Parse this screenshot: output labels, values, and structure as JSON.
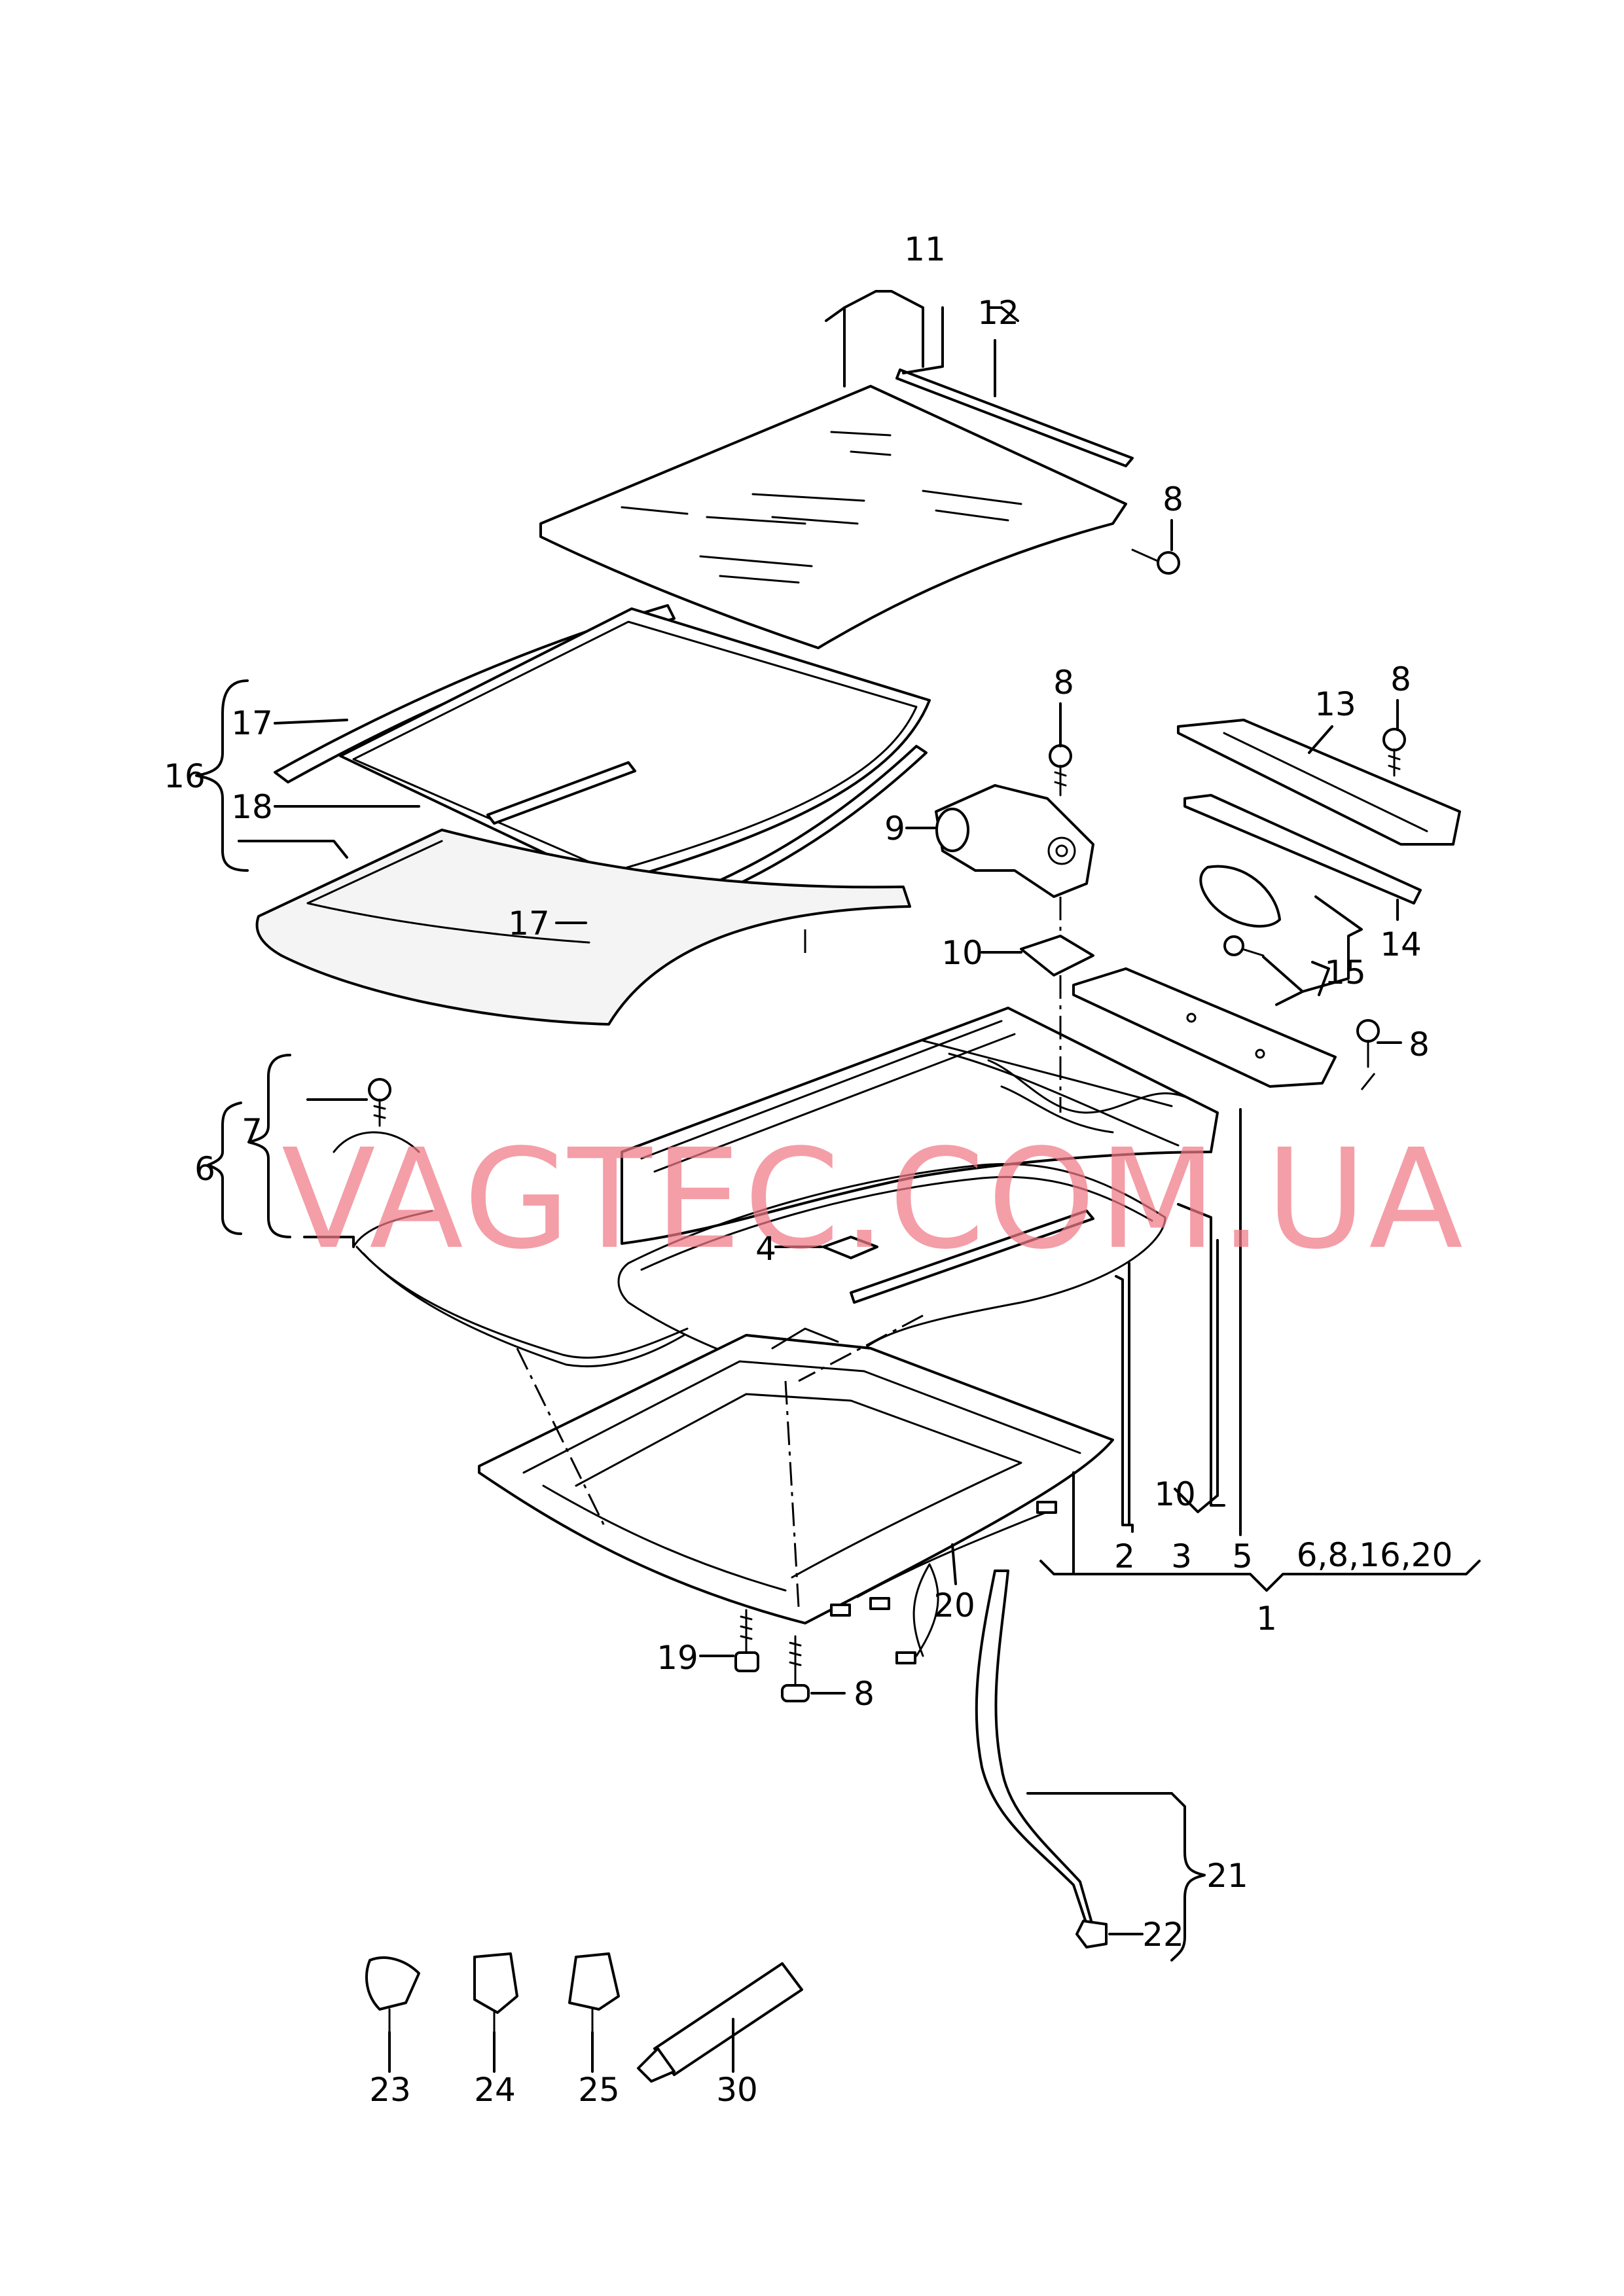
{
  "watermark": "VAGTEC.COM.UA",
  "colors": {
    "line": "#000000",
    "watermark": "#f07a86",
    "background": "#ffffff"
  },
  "labels": {
    "l1": "1",
    "l2": "2",
    "l3": "3",
    "l4": "4",
    "l5": "5",
    "l6": "6",
    "l7": "7",
    "l8": "8",
    "l9": "9",
    "l10": "10",
    "l11": "11",
    "l12": "12",
    "l13": "13",
    "l14": "14",
    "l15": "15",
    "l16": "16",
    "l17": "17",
    "l18": "18",
    "l19": "19",
    "l20": "20",
    "l21": "21",
    "l22": "22",
    "l23": "23",
    "l24": "24",
    "l25": "25",
    "l30": "30",
    "l6_8_16_20": "6,8,16,20"
  }
}
